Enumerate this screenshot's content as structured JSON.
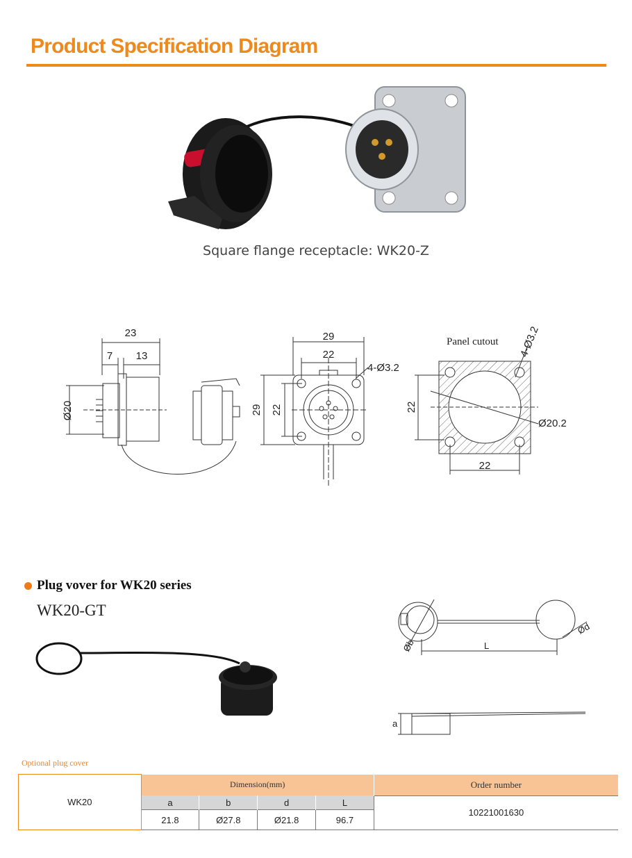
{
  "header": {
    "title": "Product Specification Diagram"
  },
  "product": {
    "caption": "Square flange receptacle: WK20-Z"
  },
  "drawing": {
    "side": {
      "overall": "23",
      "left": "7",
      "right": "13",
      "dia": "Ø20"
    },
    "front": {
      "outer_width": "29",
      "inner_width": "22",
      "holes": "4-Ø3.2",
      "outer_height": "29",
      "inner_height": "22"
    },
    "cutout": {
      "label": "Panel cutout",
      "holes": "4-Ø3.2",
      "height": "22",
      "width": "22",
      "dia": "Ø20.2"
    }
  },
  "cover": {
    "heading": "Plug vover for WK20 series",
    "model": "WK20-GT",
    "dims": {
      "b": "Øb",
      "d": "Ød",
      "L": "L",
      "a": "a"
    }
  },
  "table": {
    "caption": "Optional plug cover",
    "model": "WK20",
    "dimension_header": "Dimension(mm)",
    "order_header": "Order number",
    "columns": [
      "a",
      "b",
      "d",
      "L"
    ],
    "values": [
      "21.8",
      "Ø27.8",
      "Ø21.8",
      "96.7"
    ],
    "order_number": "10221001630"
  }
}
